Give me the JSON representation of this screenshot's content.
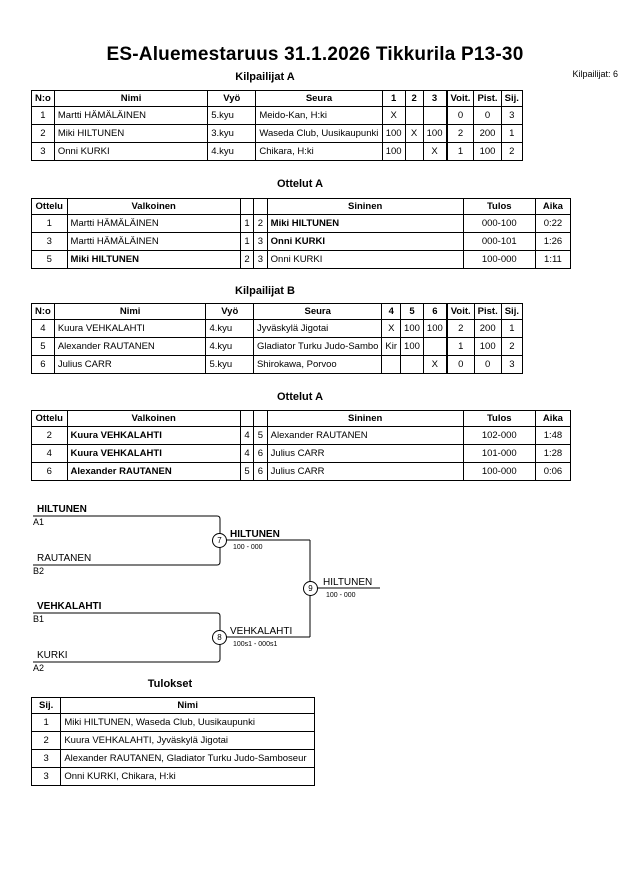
{
  "header": {
    "title": "ES-Aluemestaruus  31.1.2026  Tikkurila   P13-30",
    "participants_count": "Kilpailijat: 6"
  },
  "pool_a": {
    "title": "Kilpailijat A",
    "headers": [
      "N:o",
      "Nimi",
      "Vyö",
      "Seura",
      "1",
      "2",
      "3",
      "Voit.",
      "Pist.",
      "Sij."
    ],
    "rows": [
      [
        "1",
        "Martti HÄMÄLÄINEN",
        "5.kyu",
        "Meido-Kan, H:ki",
        "X",
        "",
        "",
        "0",
        "0",
        "3"
      ],
      [
        "2",
        "Miki HILTUNEN",
        "3.kyu",
        "Waseda Club, Uusikaupunki",
        "100",
        "X",
        "100",
        "2",
        "200",
        "1"
      ],
      [
        "3",
        "Onni KURKI",
        "4.kyu",
        "Chikara, H:ki",
        "100",
        "",
        "X",
        "1",
        "100",
        "2"
      ]
    ]
  },
  "matches_a": {
    "title": "Ottelut A",
    "headers": [
      "Ottelu",
      "Valkoinen",
      "",
      "",
      "Sininen",
      "Tulos",
      "Aika"
    ],
    "rows": [
      [
        "1",
        "Martti HÄMÄLÄINEN",
        "1",
        "2",
        "Miki HILTUNEN",
        "000-100",
        "0:22"
      ],
      [
        "3",
        "Martti HÄMÄLÄINEN",
        "1",
        "3",
        "Onni KURKI",
        "000-101",
        "1:26"
      ],
      [
        "5",
        "Miki HILTUNEN",
        "2",
        "3",
        "Onni KURKI",
        "100-000",
        "1:11"
      ]
    ]
  },
  "pool_b": {
    "title": "Kilpailijat B",
    "headers": [
      "N:o",
      "Nimi",
      "Vyö",
      "Seura",
      "4",
      "5",
      "6",
      "Voit.",
      "Pist.",
      "Sij."
    ],
    "rows": [
      [
        "4",
        "Kuura VEHKALAHTI",
        "4.kyu",
        "Jyväskylä Jigotai",
        "X",
        "100",
        "100",
        "2",
        "200",
        "1"
      ],
      [
        "5",
        "Alexander RAUTANEN",
        "4.kyu",
        "Gladiator Turku Judo-Sambo",
        "Kir",
        "100",
        "",
        "1",
        "100",
        "2"
      ],
      [
        "6",
        "Julius CARR",
        "5.kyu",
        "Shirokawa, Porvoo",
        "",
        "",
        "X",
        "0",
        "0",
        "3"
      ]
    ]
  },
  "matches_b": {
    "title": "Ottelut A",
    "headers": [
      "Ottelu",
      "Valkoinen",
      "",
      "",
      "Sininen",
      "Tulos",
      "Aika"
    ],
    "rows": [
      [
        "2",
        "Kuura VEHKALAHTI",
        "4",
        "5",
        "Alexander RAUTANEN",
        "102-000",
        "1:48"
      ],
      [
        "4",
        "Kuura VEHKALAHTI",
        "4",
        "6",
        "Julius CARR",
        "101-000",
        "1:28"
      ],
      [
        "6",
        "Alexander RAUTANEN",
        "5",
        "6",
        "Julius CARR",
        "100-000",
        "0:06"
      ]
    ]
  },
  "bracket": {
    "m7_top_name": "HILTUNEN",
    "m7_top_seed": "A1",
    "m7_bot_name": "RAUTANEN",
    "m7_bot_seed": "B2",
    "m7_num": "7",
    "m7_winner": "HILTUNEN",
    "m7_score": "100 - 000",
    "m8_top_name": "VEHKALAHTI",
    "m8_top_seed": "B1",
    "m8_bot_name": "KURKI",
    "m8_bot_seed": "A2",
    "m8_num": "8",
    "m8_winner": "VEHKALAHTI",
    "m8_score": "100s1 - 000s1",
    "m9_num": "9",
    "m9_winner": "HILTUNEN",
    "m9_score": "100 - 000"
  },
  "results": {
    "title": "Tulokset",
    "headers": [
      "Sij.",
      "Nimi"
    ],
    "rows": [
      [
        "1",
        "Miki HILTUNEN, Waseda Club, Uusikaupunki"
      ],
      [
        "2",
        "Kuura VEHKALAHTI, Jyväskylä Jigotai"
      ],
      [
        "3",
        "Alexander RAUTANEN, Gladiator Turku Judo-Samboseur"
      ],
      [
        "3",
        "Onni KURKI, Chikara, H:ki"
      ]
    ]
  }
}
